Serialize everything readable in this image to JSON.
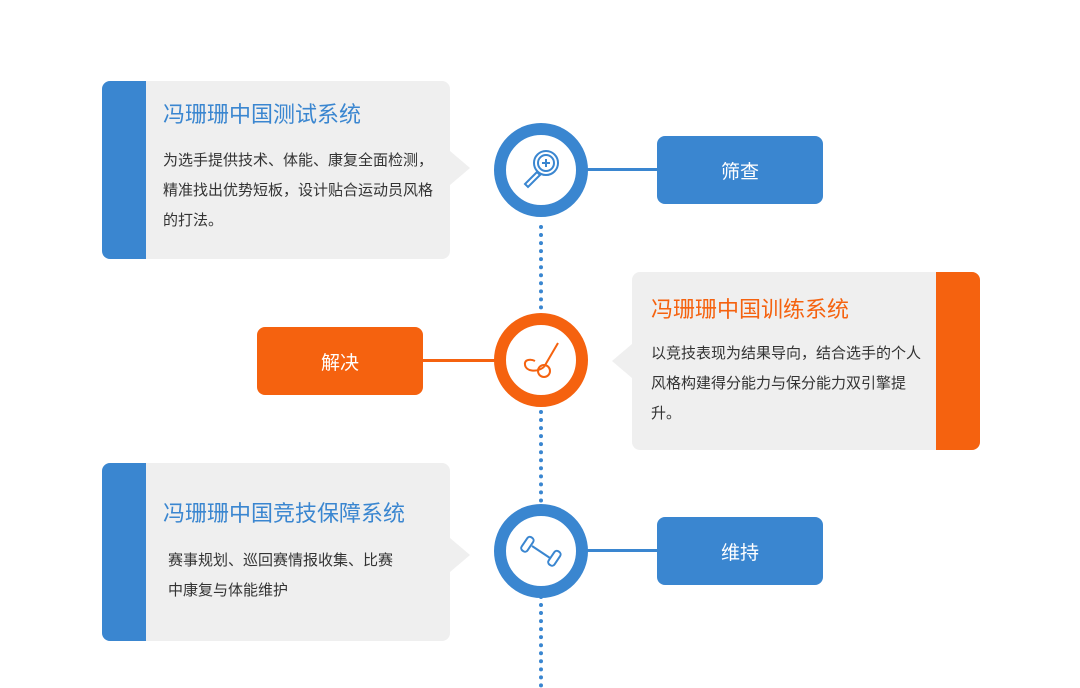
{
  "colors": {
    "blue": "#3a86d0",
    "orange": "#f5620f",
    "card": "#efefef"
  },
  "items": [
    {
      "title": "冯珊珊中国测试系统",
      "body": "为选手提供技术、体能、康复全面检测，精准找出优势短板，设计贴合运动员风格的打法。",
      "button": "筛查",
      "icon": "magnifier-plus-icon"
    },
    {
      "title": "冯珊珊中国训练系统",
      "body": "以竞技表现为结果导向，结合选手的个人风格构建得分能力与保分能力双引擎提升。",
      "button": "解决",
      "icon": "golf-club-icon"
    },
    {
      "title": "冯珊珊中国竞技保障系统",
      "body": "赛事规划、巡回赛情报收集、比赛中康复与体能维护",
      "button": "维持",
      "icon": "dumbbell-icon"
    }
  ]
}
